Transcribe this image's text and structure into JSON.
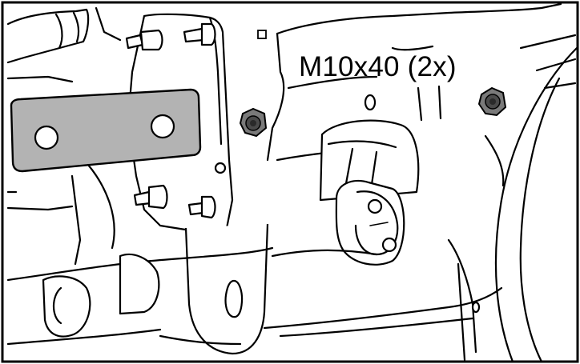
{
  "figure": {
    "callout_text": "M10x40 (2x)"
  },
  "colors": {
    "border": "#000000",
    "plate_fill": "#b3b3b3",
    "nut_fill": "#7a7a7a",
    "background": "#ffffff"
  },
  "icons": [
    "bracket-plate",
    "nut",
    "bolt"
  ]
}
